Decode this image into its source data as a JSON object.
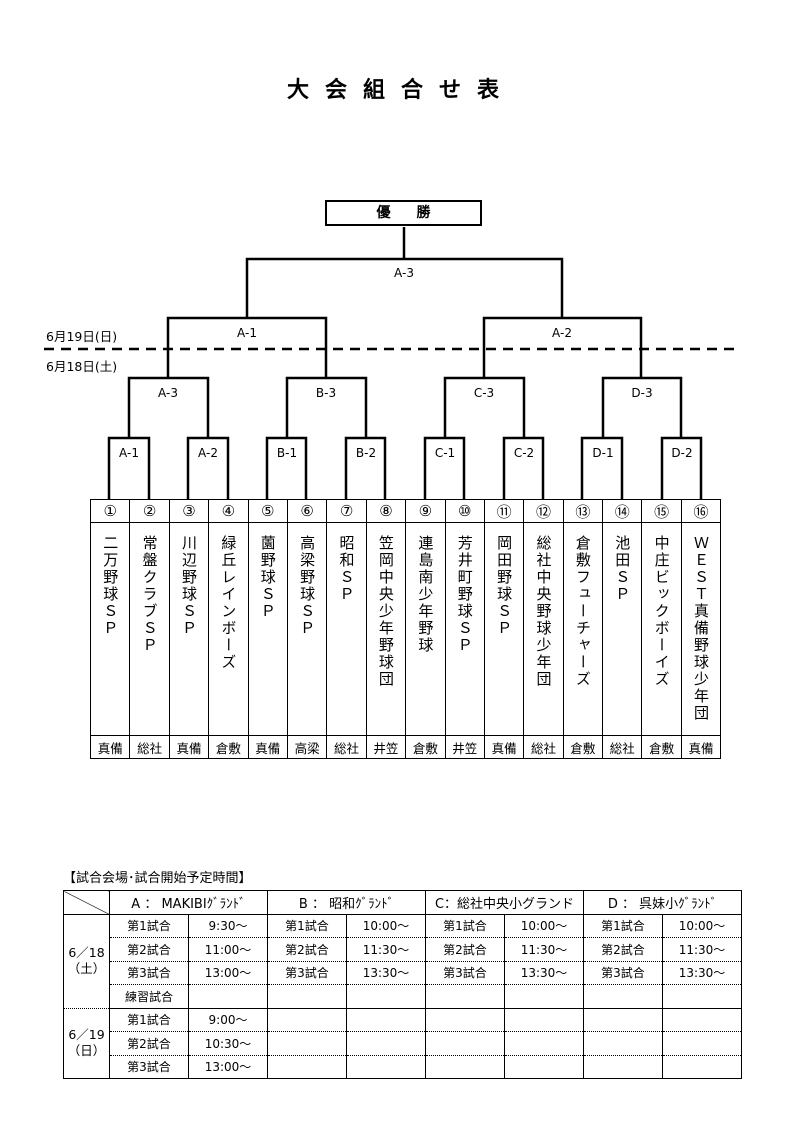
{
  "title": "大会組合せ表",
  "champion_label": "優勝",
  "dates": {
    "day2": "6月19日(日)",
    "day1": "6月18日(土)"
  },
  "matches": {
    "final": "A-3",
    "semi_left": "A-1",
    "semi_right": "A-2",
    "qf": [
      "A-3",
      "B-3",
      "C-3",
      "D-3"
    ],
    "r1": [
      "A-1",
      "A-2",
      "B-1",
      "B-2",
      "C-1",
      "C-2",
      "D-1",
      "D-2"
    ]
  },
  "teams": [
    {
      "num": "①",
      "name": "二万野球ＳＰ",
      "area": "真備"
    },
    {
      "num": "②",
      "name": "常盤クラブＳＰ",
      "area": "総社"
    },
    {
      "num": "③",
      "name": "川辺野球ＳＰ",
      "area": "真備"
    },
    {
      "num": "④",
      "name": "緑丘レインボーズ",
      "area": "倉敷"
    },
    {
      "num": "⑤",
      "name": "薗野球ＳＰ",
      "area": "真備"
    },
    {
      "num": "⑥",
      "name": "高梁野球ＳＰ",
      "area": "高梁"
    },
    {
      "num": "⑦",
      "name": "昭和ＳＰ",
      "area": "総社"
    },
    {
      "num": "⑧",
      "name": "笠岡中央少年野球団",
      "area": "井笠"
    },
    {
      "num": "⑨",
      "name": "連島南少年野球",
      "area": "倉敷"
    },
    {
      "num": "⑩",
      "name": "芳井町野球ＳＰ",
      "area": "井笠"
    },
    {
      "num": "⑪",
      "name": "岡田野球ＳＰ",
      "area": "真備"
    },
    {
      "num": "⑫",
      "name": "総社中央野球少年団",
      "area": "総社"
    },
    {
      "num": "⑬",
      "name": "倉敷フューチャーズ",
      "area": "倉敷"
    },
    {
      "num": "⑭",
      "name": "池田ＳＰ",
      "area": "総社"
    },
    {
      "num": "⑮",
      "name": "中庄ビックボーイズ",
      "area": "倉敷"
    },
    {
      "num": "⑯",
      "name": "ＷＥＳＴ真備野球少年団",
      "area": "真備"
    }
  ],
  "schedule": {
    "title": "【試合会場･試合開始予定時間】",
    "venues": [
      "A ： MAKIBIｸﾞﾗﾝﾄﾞ",
      "B ： 昭和ｸﾞﾗﾝﾄﾞ",
      "C：総社中央小グランド",
      "D ： 呉妹小ｸﾞﾗﾝﾄﾞ"
    ],
    "days": [
      {
        "label_date": "6／18",
        "label_dow": "（土）",
        "rows": [
          {
            "cells": [
              "第1試合",
              "9:30～",
              "第1試合",
              "10:00～",
              "第1試合",
              "10:00～",
              "第1試合",
              "10:00～"
            ]
          },
          {
            "cells": [
              "第2試合",
              "11:00～",
              "第2試合",
              "11:30～",
              "第2試合",
              "11:30～",
              "第2試合",
              "11:30～"
            ]
          },
          {
            "cells": [
              "第3試合",
              "13:00～",
              "第3試合",
              "13:30～",
              "第3試合",
              "13:30～",
              "第3試合",
              "13:30～"
            ]
          },
          {
            "cells": [
              "練習試合",
              "",
              "",
              "",
              "",
              "",
              "",
              ""
            ]
          }
        ]
      },
      {
        "label_date": "6／19",
        "label_dow": "（日）",
        "rows": [
          {
            "cells": [
              "第1試合",
              "9:00～",
              "",
              "",
              "",
              "",
              "",
              ""
            ]
          },
          {
            "cells": [
              "第2試合",
              "10:30～",
              "",
              "",
              "",
              "",
              "",
              ""
            ]
          },
          {
            "cells": [
              "第3試合",
              "13:00～",
              "",
              "",
              "",
              "",
              "",
              ""
            ]
          }
        ]
      }
    ]
  }
}
